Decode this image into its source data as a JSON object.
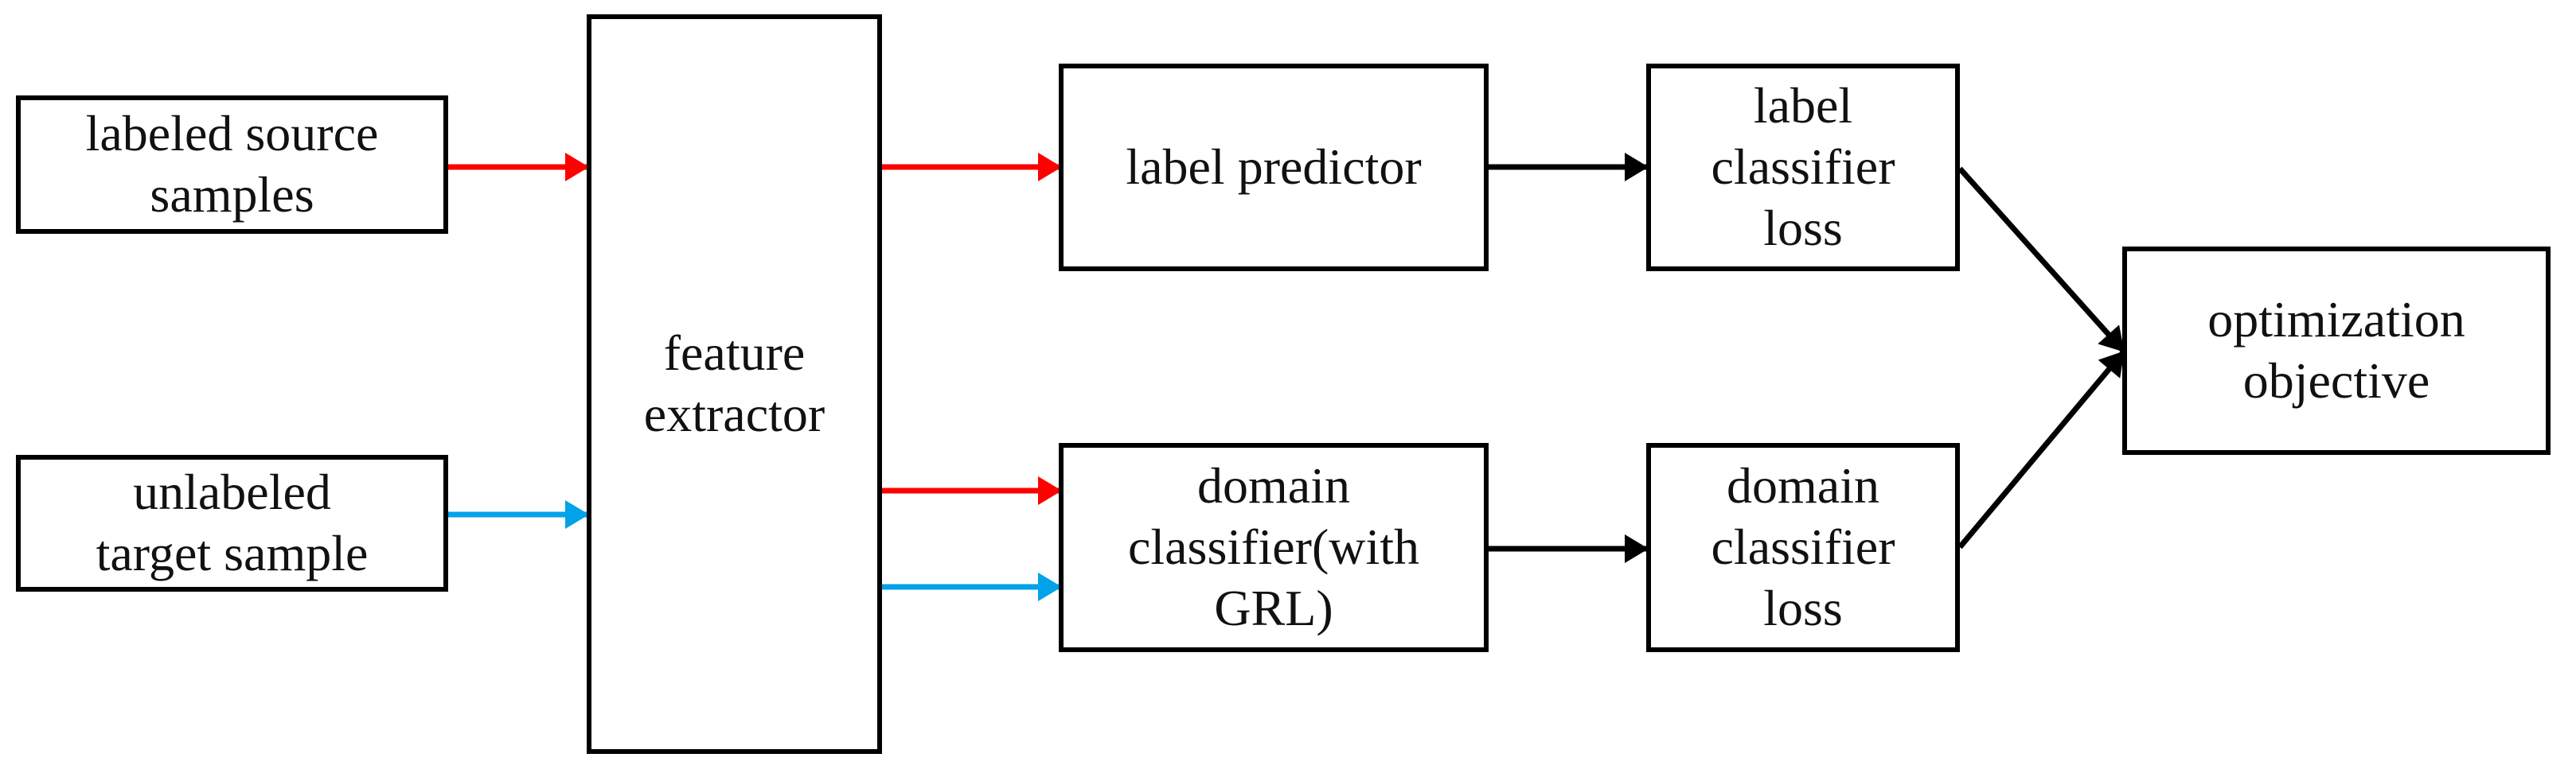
{
  "colors": {
    "source": "#ff0000",
    "target": "#00a2e8",
    "flow": "#000000"
  },
  "nodes": {
    "source_samples": [
      "labeled source",
      "samples"
    ],
    "target_sample": [
      "unlabeled",
      "target sample"
    ],
    "feature_extractor": [
      "feature",
      "extractor"
    ],
    "label_predictor": [
      "label predictor"
    ],
    "domain_classifier": [
      "domain",
      "classifier(with",
      "GRL)"
    ],
    "label_loss": [
      "label",
      "classifier",
      "loss"
    ],
    "domain_loss": [
      "domain",
      "classifier",
      "loss"
    ],
    "objective": [
      "optimization",
      "objective"
    ]
  }
}
